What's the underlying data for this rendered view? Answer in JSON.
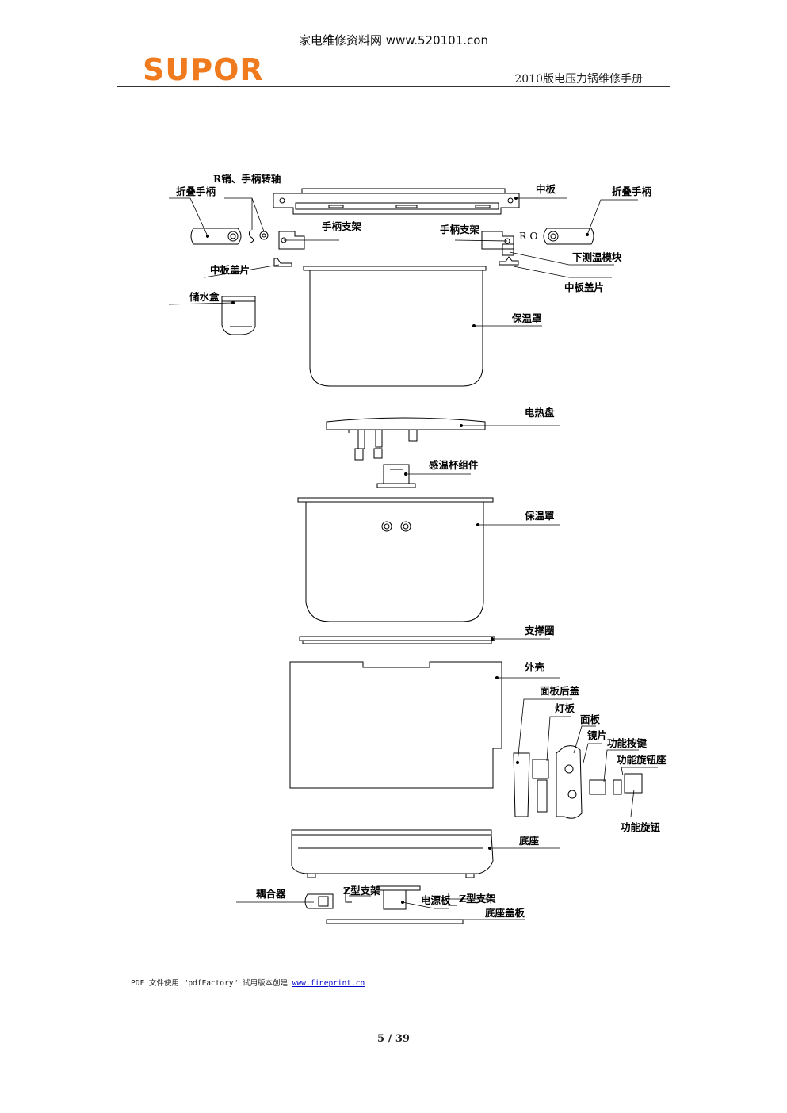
{
  "header": {
    "site": "家电维修资料网 www.520101.con",
    "logo": "SUPOR",
    "logo_color": "#f07b1e",
    "manual_title": "2010版电压力锅维修手册"
  },
  "labels": {
    "fold_handle_left": "折叠手柄",
    "rpin_shaft": "R销、手柄转轴",
    "mid_plate": "中板",
    "fold_handle_right": "折叠手柄",
    "handle_bracket_left": "手柄支架",
    "handle_bracket_right": "手柄支架",
    "ro_mark": "R O",
    "temp_module": "下测温模块",
    "mid_cover_left": "中板盖片",
    "mid_cover_right": "中板盖片",
    "water_box": "储水盒",
    "insulation_top": "保温罩",
    "heating_plate": "电热盘",
    "temp_cup": "感温杯组件",
    "insulation_mid": "保温罩",
    "support_ring": "支撑圈",
    "outer_shell": "外壳",
    "panel_back_cover": "面板后盖",
    "light_board": "灯板",
    "panel": "面板",
    "lens": "镜片",
    "func_button": "功能按键",
    "knob_seat": "功能旋钮座",
    "func_knob": "功能旋钮",
    "base": "底座",
    "coupler": "耦合器",
    "z_bracket_left": "Z型支架",
    "power_board": "电源板",
    "z_bracket_right": "Z型支架",
    "base_cover": "底座盖板"
  },
  "footer": {
    "text": "PDF 文件使用 \"pdfFactory\" 试用版本创建",
    "link": "www.fineprint.cn"
  },
  "page_number": "5 / 39"
}
